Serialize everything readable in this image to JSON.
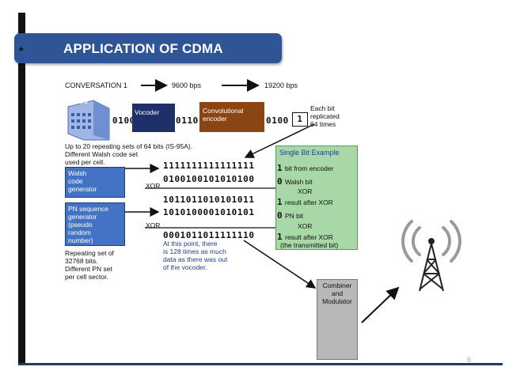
{
  "slide": {
    "title": "APPLICATION OF CDMA",
    "bullet": "*",
    "page_number": "6"
  },
  "diagram": {
    "conversation_label": "CONVERSATION 1",
    "rate1": "9600 bps",
    "rate2": "19200 bps",
    "telco_label": "Telco",
    "vocoder_label": "Vocoder",
    "encoder_label": [
      "Convolutional",
      "encoder"
    ],
    "stream1": "0100",
    "stream2": "0110",
    "stream3": "0100",
    "bit_box": "1",
    "each_bit_note": [
      "Each bit",
      "replicated",
      "64 times"
    ],
    "walsh_note": [
      "Up to 20 repeating sets of 64 bits (IS-95A).",
      "Different Walsh code set",
      "used per cell."
    ],
    "walsh_box": [
      "Walsh",
      "code",
      "generator"
    ],
    "pn_box": [
      "PN sequence",
      "generator",
      "(pseudo",
      "random",
      "number)"
    ],
    "pn_note": [
      "Repeating set of",
      "32768 bits.",
      "Different PN set",
      "per cell sector."
    ],
    "xor1": "XOR",
    "xor2": "XOR",
    "bit_rows": [
      "1111111111111111",
      "0100100101010100",
      "1011011010101011",
      "1010100001010101",
      "0001011011111110"
    ],
    "at_this_point": [
      "At this point, there",
      "is 128 times as much",
      "data as there was out",
      "of the vocoder."
    ],
    "single_bit_title": "Single Bit Example",
    "single_bit_rows": [
      {
        "bit": "1",
        "text": "bit from encoder"
      },
      {
        "bit": "0",
        "text": "Walsh bit"
      },
      {
        "bit": "",
        "text": "XOR"
      },
      {
        "bit": "1",
        "text": "result after XOR"
      },
      {
        "bit": "0",
        "text": "PN bit"
      },
      {
        "bit": "",
        "text": "XOR"
      },
      {
        "bit": "1",
        "text": "result after XOR"
      },
      {
        "bit": "",
        "text": "(the transmitted bit)"
      }
    ],
    "combiner_label": [
      "Combiner",
      "and",
      "Modulator"
    ]
  },
  "colors": {
    "banner": "#2f5597",
    "walsh_box": "#4472c4",
    "vocoder": "#1f2f6a",
    "encoder": "#8b4513",
    "single_bit_panel": "#a9d8a8",
    "combiner": "#b8b8b8"
  }
}
